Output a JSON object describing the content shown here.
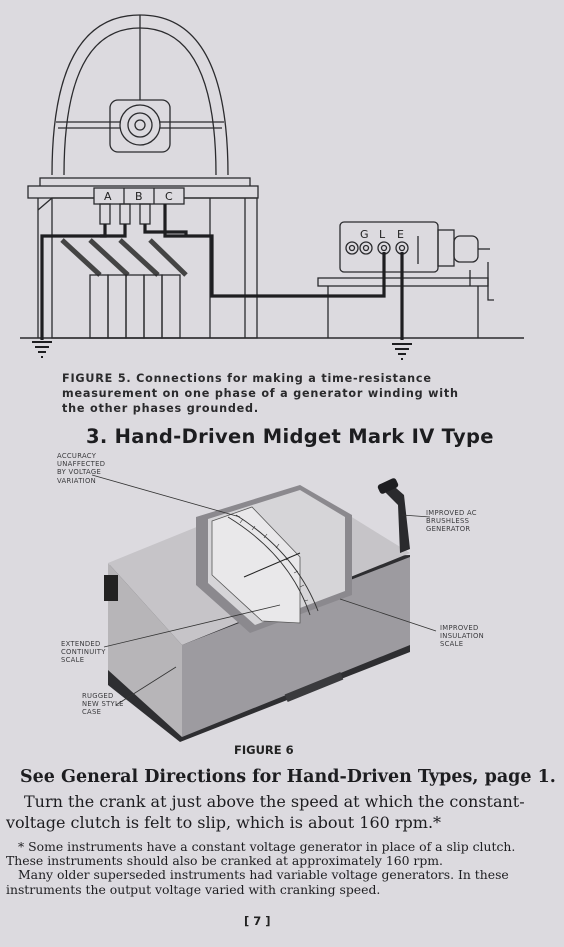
{
  "figure5": {
    "phase_labels": [
      "A",
      "B",
      "C"
    ],
    "instrument_terminals": [
      "G",
      "L",
      "E"
    ],
    "caption": "FIGURE 5. Connections for making a time-resistance measurement on one phase of a generator winding with the other phases grounded."
  },
  "section": {
    "heading": "3. Hand-Driven Midget Mark IV Type"
  },
  "figure6": {
    "callouts": {
      "accuracy": "ACCURACY UNAFFECTED BY VOLTAGE VARIATION",
      "generator": "IMPROVED AC BRUSHLESS GENERATOR",
      "continuity": "EXTENDED CONTINUITY SCALE",
      "insulation": "IMPROVED INSULATION SCALE",
      "case": "RUGGED NEW STYLE CASE"
    },
    "label": "FIGURE 6"
  },
  "body": {
    "see_general": "See General Directions for Hand-Driven Types, page 1.",
    "crank_paragraph": "Turn the crank at just above the speed at which the constant-voltage clutch is felt to slip, which is about 160 rpm.*",
    "footnote_1": "* Some instruments have a constant voltage generator in place of a slip clutch. These instruments should also be cranked at approximately 160 rpm.",
    "footnote_2": "Many older superseded instruments had variable voltage generators. In these instruments the output voltage varied with cranking speed."
  },
  "page_number": "[ 7 ]"
}
